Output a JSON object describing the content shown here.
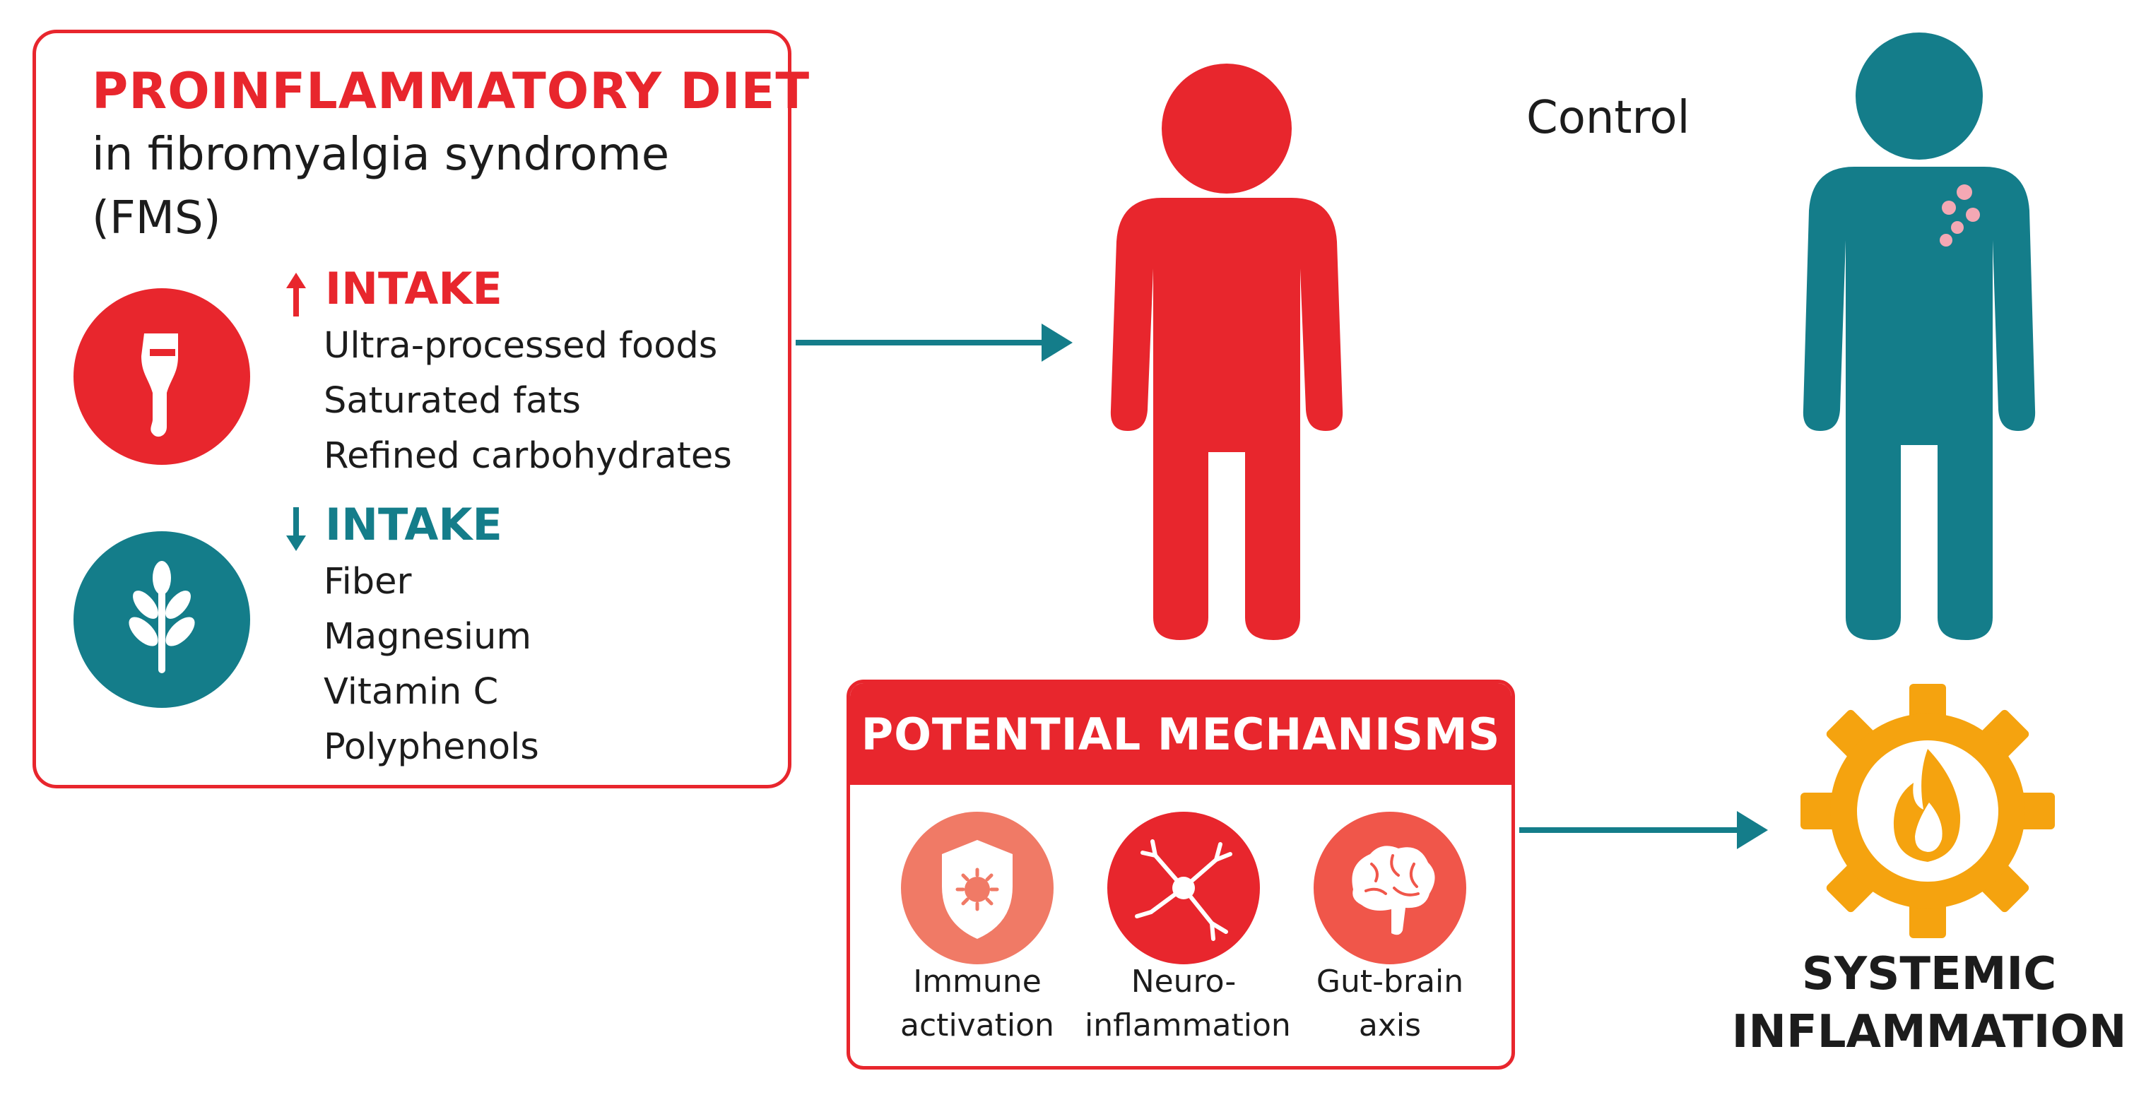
{
  "diet_box": {
    "title": "PROINFLAMMATORY DIET",
    "subtitle_line1": "in fibromyalgia syndrome",
    "subtitle_line2": "(FMS)",
    "increased_intake": {
      "heading": "INTAKE",
      "items": [
        "Ultra-processed foods",
        "Saturated fats",
        "Refined carbohydrates"
      ]
    },
    "decreased_intake": {
      "heading": "INTAKE",
      "items": [
        "Fiber",
        "Magnesium",
        "Vitamin C",
        "Polyphenols"
      ]
    }
  },
  "control_label": "Control",
  "mechanisms": {
    "title": "POTENTIAL MECHANISMS",
    "items": [
      {
        "line1": "Immune",
        "line2": "activation",
        "icon": "shield-virus-icon"
      },
      {
        "line1": "Neuro-",
        "line2": "inflammation",
        "icon": "neuron-icon"
      },
      {
        "line1": "Gut-brain",
        "line2": "axis",
        "icon": "brain-icon"
      }
    ]
  },
  "outcome": {
    "line1": "SYSTEMIC",
    "line2": "INFLAMMATION",
    "icon": "gear-flame-icon"
  },
  "colors": {
    "red": "#e8262d",
    "teal": "#147d8a",
    "orange": "#f5a30f",
    "salmon": "#f07a66",
    "pink_spots": "#f4a8b4"
  }
}
